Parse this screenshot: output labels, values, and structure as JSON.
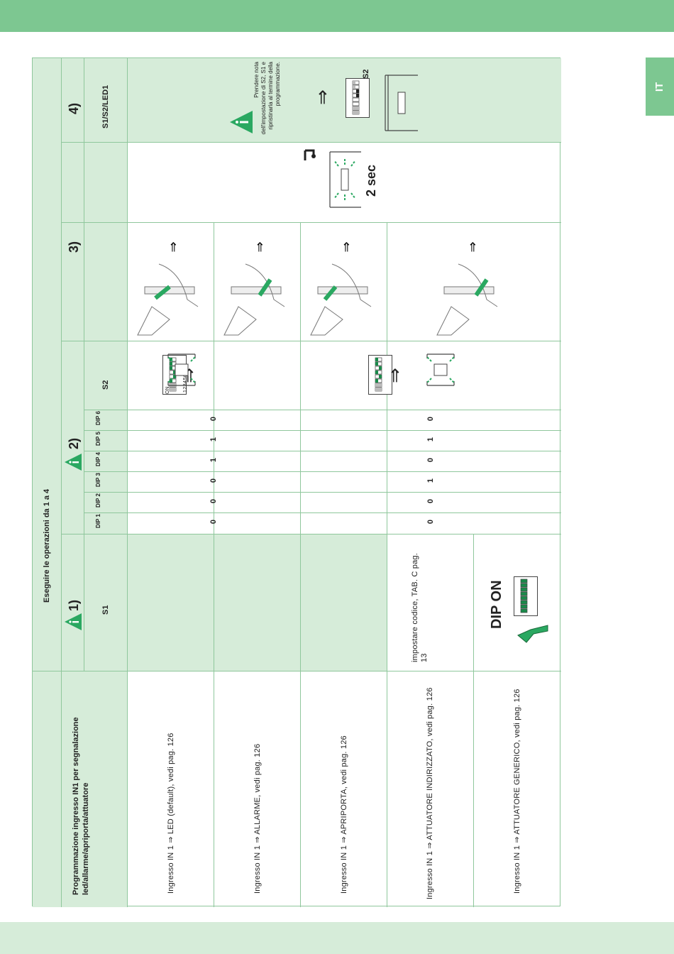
{
  "language_tab": "IT",
  "table": {
    "title": "Programmazione ingresso IN1 per segnalazione led/allarme/apriporta/attuatore",
    "instruction": "Eseguire le operazioni da 1 a 4",
    "steps": [
      "1)",
      "2)",
      "3)",
      "4)"
    ],
    "col_s1": "S1",
    "col_s2": "S2",
    "col_s1s2led1": "S1/S2/LED1",
    "dip_headers": [
      "DIP 1",
      "DIP 2",
      "DIP 3",
      "DIP 4",
      "DIP 5",
      "DIP 6"
    ],
    "rows": [
      "Ingresso IN 1 ⇒ LED (default), vedi pag. 126",
      "Ingresso IN 1 ⇒ ALLARME, vedi pag. 126",
      "Ingresso IN 1 ⇒ APRIPORTA, vedi pag. 126",
      "Ingresso IN 1 ⇒ ATTUATORE INDIRIZZATO, vedi pag. 126",
      "Ingresso IN 1 ⇒ ATTUATORE GENERICO, vedi pag. 126"
    ],
    "dip_values_a": [
      "0",
      "0",
      "0",
      "1",
      "1",
      "0"
    ],
    "dip_values_b": [
      "0",
      "0",
      "1",
      "0",
      "1",
      "0"
    ],
    "s1_note": "impostare codice, TAB. C pag. 13",
    "dip_on_label": "DIP ON",
    "dip_switch_on": "ON",
    "dip_switch_numbers": "12345678",
    "two_sec": "2 sec",
    "step4_note": "Prendere nota dell'impostazione di S2, S1 e ripristinarla al termine della programmazione.",
    "step4_s2_label": "S2"
  },
  "colors": {
    "band": "#7dc791",
    "fill": "#d6ecd9",
    "line": "#8fc79c",
    "accent": "#2aa861"
  },
  "icons": [
    "warning-triangle-icon",
    "arrow-icon",
    "led-blink-icon",
    "hand-press-icon",
    "beep-icon",
    "finger-pointer-icon"
  ]
}
